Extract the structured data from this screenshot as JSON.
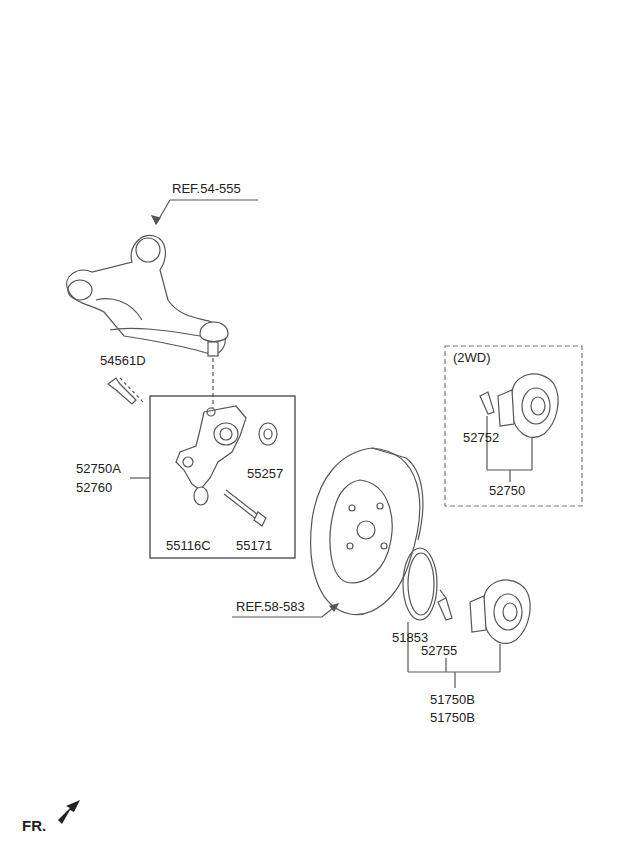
{
  "diagram": {
    "nodes": [
      {
        "text": [
          "55257",
          "55116C",
          "55171"
        ]
      },
      {
        "text": [
          "(2WD)",
          "52752",
          "52750"
        ]
      }
    ],
    "labels": [
      "REF.54-555",
      "54561D",
      "52750A",
      "52760",
      "REF.58-583",
      "51853",
      "52755",
      "51750B",
      "51750B",
      "FR."
    ]
  }
}
